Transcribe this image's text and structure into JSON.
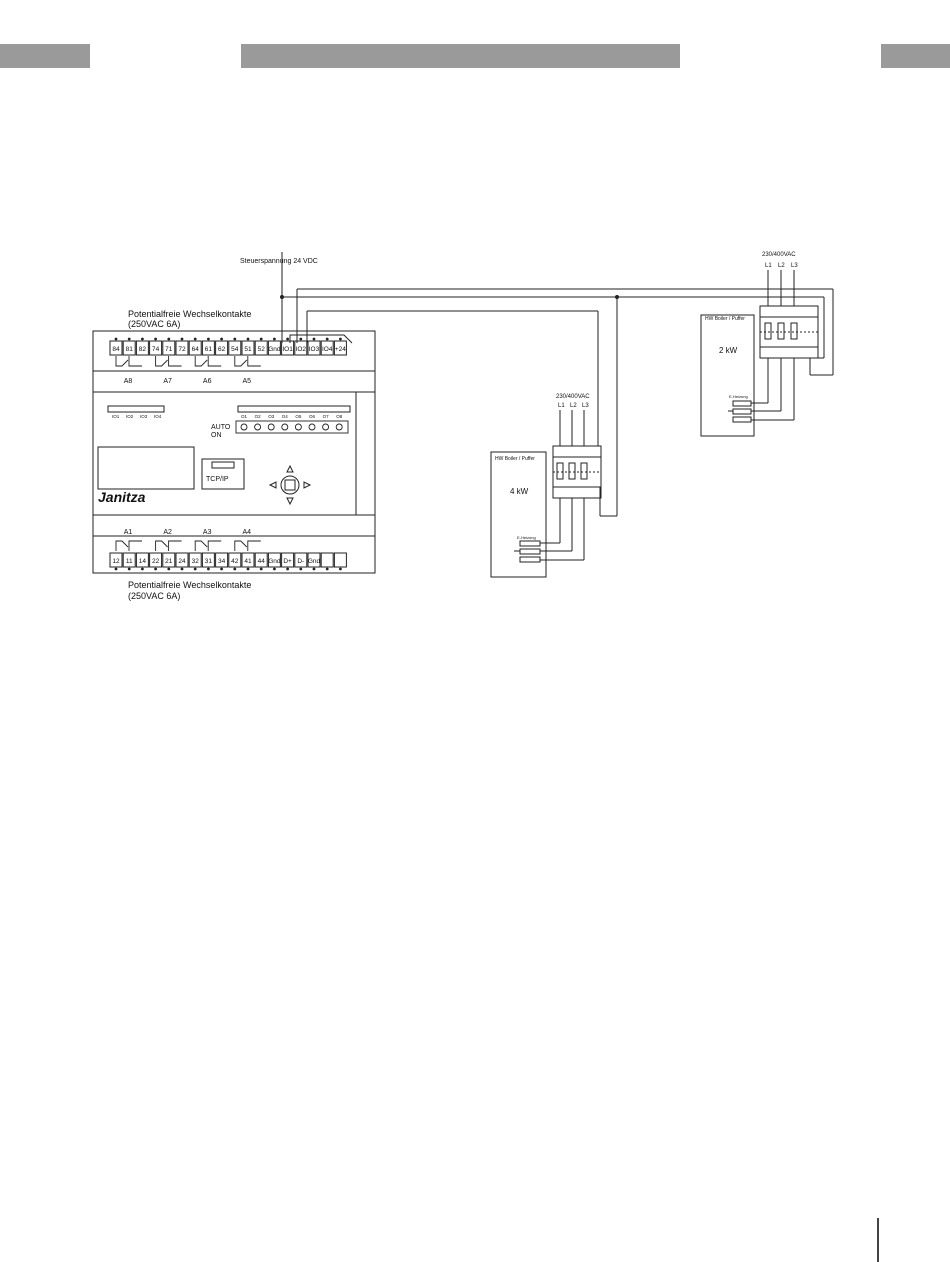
{
  "controller": {
    "brand": "Janitza",
    "top_terminals": [
      "84",
      "81",
      "82",
      "74",
      "71",
      "72",
      "64",
      "61",
      "62",
      "54",
      "51",
      "52",
      "Gnd",
      "IO1",
      "IO2",
      "IO3",
      "IO4",
      "+24"
    ],
    "bottom_terminals": [
      "12",
      "11",
      "14",
      "22",
      "21",
      "24",
      "32",
      "31",
      "34",
      "42",
      "41",
      "44",
      "Gnd",
      "D+",
      "D-",
      "Gnd",
      "",
      ""
    ],
    "top_relays": [
      "A8",
      "A7",
      "A6",
      "A5"
    ],
    "bottom_relays": [
      "A1",
      "A2",
      "A3",
      "A4"
    ],
    "io_leds": [
      "IO1",
      "IO2",
      "IO3",
      "IO4"
    ],
    "output_leds": [
      "O1",
      "O2",
      "O3",
      "O4",
      "O5",
      "O6",
      "O7",
      "O8"
    ],
    "mode_label_1": "AUTO",
    "mode_label_2": "ON",
    "tcpip_label": "TCP/IP",
    "contacts_label_line1": "Potentialfreie Wechselkontakte",
    "contacts_label_line2": "(250VAC 6A)"
  },
  "control_voltage_label": "Steuerspannung 24 VDC",
  "boiler_4kw": {
    "supply_label": "230/400VAC",
    "phases": [
      "L1",
      "L2",
      "L3"
    ],
    "boiler_title": "HW Boiler / Puffer",
    "power": "4 kW",
    "heater_label": "E-Heizung"
  },
  "boiler_2kw": {
    "supply_label": "230/400VAC",
    "phases": [
      "L1",
      "L2",
      "L3"
    ],
    "boiler_title": "HW Boiler / Puffer",
    "power": "2 kW",
    "heater_label": "E-Heizung"
  }
}
